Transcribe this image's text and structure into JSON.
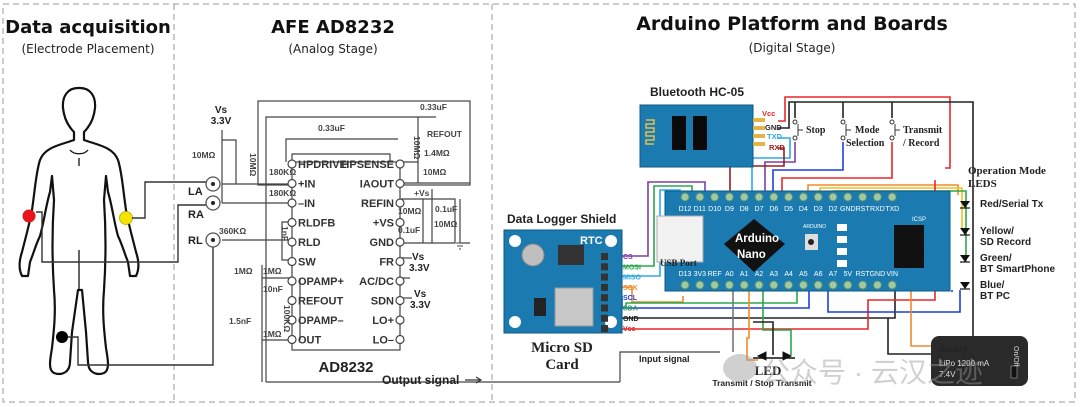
{
  "sections": {
    "acquisition": {
      "title": "Data acquisition",
      "subtitle": "(Electrode Placement)"
    },
    "afe": {
      "title": "AFE  AD8232",
      "subtitle": "(Analog Stage)"
    },
    "digital": {
      "title": "Arduino Platform and Boards",
      "subtitle": "(Digital Stage)"
    }
  },
  "electrodes": {
    "la": "LA",
    "ra": "RA",
    "rl": "RL",
    "colors": {
      "right_arm": "#e8141b",
      "left_arm": "#f5e400",
      "leg": "#000000"
    }
  },
  "afe": {
    "chip_name": "AD8232",
    "left_pins": [
      "HPDRIVE",
      "+IN",
      "–IN",
      "RLDFB",
      "RLD",
      "SW",
      "OPAMP+",
      "REFOUT",
      "OPAMP–",
      "OUT"
    ],
    "right_pins": [
      "HPSENSE",
      "IAOUT",
      "REFIN",
      "+VS",
      "GND",
      "FR",
      "AC/DC",
      "SDN",
      "LO+",
      "LO–"
    ],
    "components": {
      "vs_top": "Vs",
      "vs_top_value": "3.3V",
      "r_10m_a": "10MΩ",
      "r_10m_b": "10MΩ",
      "r_180k_a": "180KΩ",
      "r_180k_b": "180KΩ",
      "r_360k": "360KΩ",
      "c_033_a": "0.33uF",
      "c_033_b": "0.33uF",
      "refout": "REFOUT",
      "r_1_4m": "1.4MΩ",
      "r_10m_c": "10MΩ",
      "r_10m_d": "10MΩ",
      "vs_plus": "+Vs",
      "r_10m_e": "10MΩ",
      "c_01_a": "0.1uF",
      "c_01_b": "0.1uF",
      "r_10m_f": "10MΩ",
      "c_1nf": "1nF",
      "r_1m_a": "1MΩ",
      "r_1m_b": "1MΩ",
      "r_1m_c": "1MΩ",
      "c_10nf": "10nF",
      "r_100k": "100KΩ",
      "c_15nf": "1.5nF",
      "fr_vs": "Vs",
      "fr_vs_value": "3.3V",
      "sdn_vs": "Vs",
      "sdn_vs_value": "3.3V"
    },
    "output_signal": "Output signal"
  },
  "digital": {
    "bluetooth": {
      "title": "Bluetooth HC-05",
      "pins": [
        "Vcc",
        "GND",
        "TXD",
        "RXD"
      ]
    },
    "switches": [
      "Stop",
      "Mode",
      "Selection",
      "Transmit",
      "/ Record"
    ],
    "shield": {
      "title": "Data Logger Shield",
      "rtc": "RTC",
      "pins": [
        "CS",
        "MOSI",
        "MISO",
        "SCK",
        "SCL",
        "SDA",
        "GND",
        "Vcc"
      ],
      "card_line1": "Micro SD",
      "card_line2": "Card"
    },
    "arduino": {
      "name_line1": "Arduino",
      "name_line2": "Nano",
      "usb": "USB Port",
      "top_pins": [
        "D12",
        "D11",
        "D10",
        "D9",
        "D8",
        "D7",
        "D6",
        "D5",
        "D4",
        "D3",
        "D2",
        "GND",
        "RST",
        "RXD",
        "TXD"
      ],
      "bottom_pins": [
        "D13",
        "3V3",
        "REF",
        "A0",
        "A1",
        "A2",
        "A3",
        "A4",
        "A5",
        "A6",
        "A7",
        "5V",
        "RST",
        "GND",
        "VIN"
      ],
      "icsp": "ICSP",
      "brand": "ARDUINO"
    },
    "leds": {
      "title_line1": "Operation Mode",
      "title_line2": "LEDS",
      "items": [
        {
          "line1": "Red/Serial Tx",
          "line2": ""
        },
        {
          "line1": "Yellow/",
          "line2": "SD Record"
        },
        {
          "line1": "Green/",
          "line2": "BT SmartPhone"
        },
        {
          "line1": "Blue/",
          "line2": "BT PC"
        }
      ]
    },
    "status_led": {
      "title": "LED",
      "subtitle": "Transmit / Stop Transmit"
    },
    "battery": {
      "title": "Battery",
      "spec": "LiPo 1200 mA",
      "voltage": "7.4V",
      "switch": "On/Off"
    },
    "input_signal": "Input signal"
  },
  "watermark": "公众号 · 云汉之迹",
  "wire_colors": {
    "red": "#e8262b",
    "black": "#222222",
    "blue": "#1d3fe0",
    "lightblue": "#2fa9e8",
    "green": "#2aa84a",
    "purple": "#7e3fa5",
    "orange": "#f08a2b",
    "yellow": "#f2c21a",
    "darkred": "#9a1e1e",
    "gray": "#777777"
  },
  "board_color": "#1b7bb0"
}
